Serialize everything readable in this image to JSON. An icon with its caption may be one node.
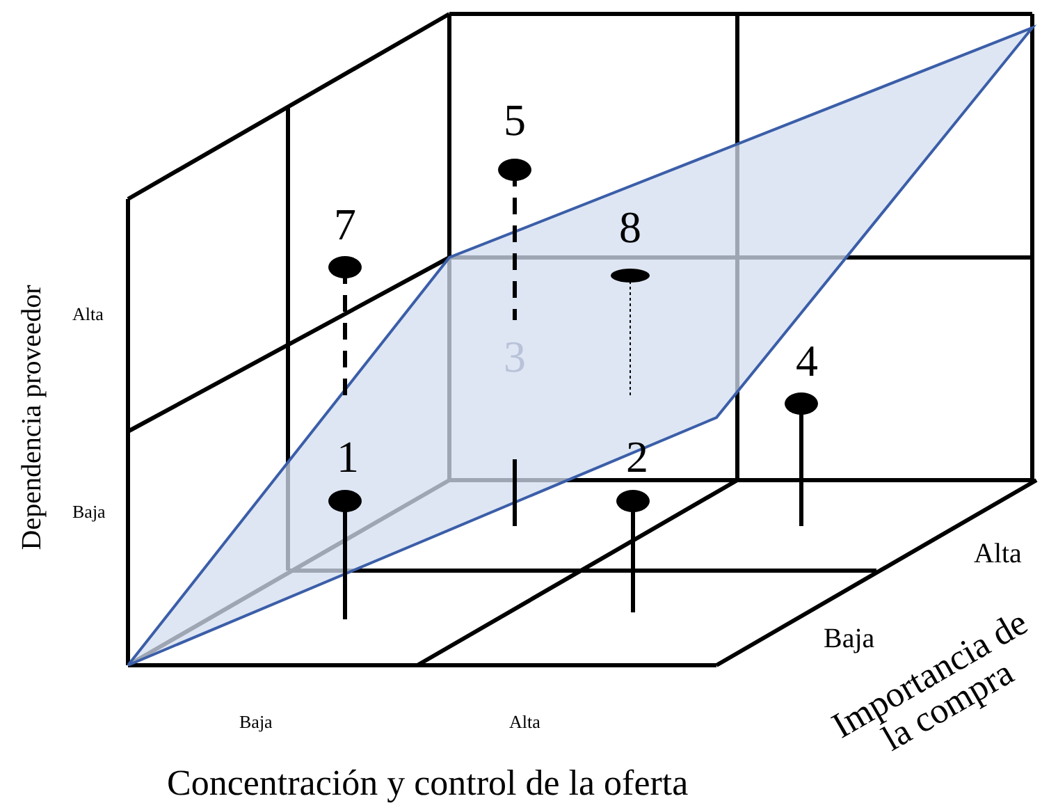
{
  "diagram": {
    "labels": [
      "5",
      "7",
      "8",
      "Alta",
      "3",
      "4",
      "1",
      "2",
      "Baja",
      "Alta",
      "Dependencia proveedor",
      "Baja",
      "Importancia de la compra",
      "Baja",
      "Alta",
      "Concentración y control de la oferta"
    ]
  }
}
